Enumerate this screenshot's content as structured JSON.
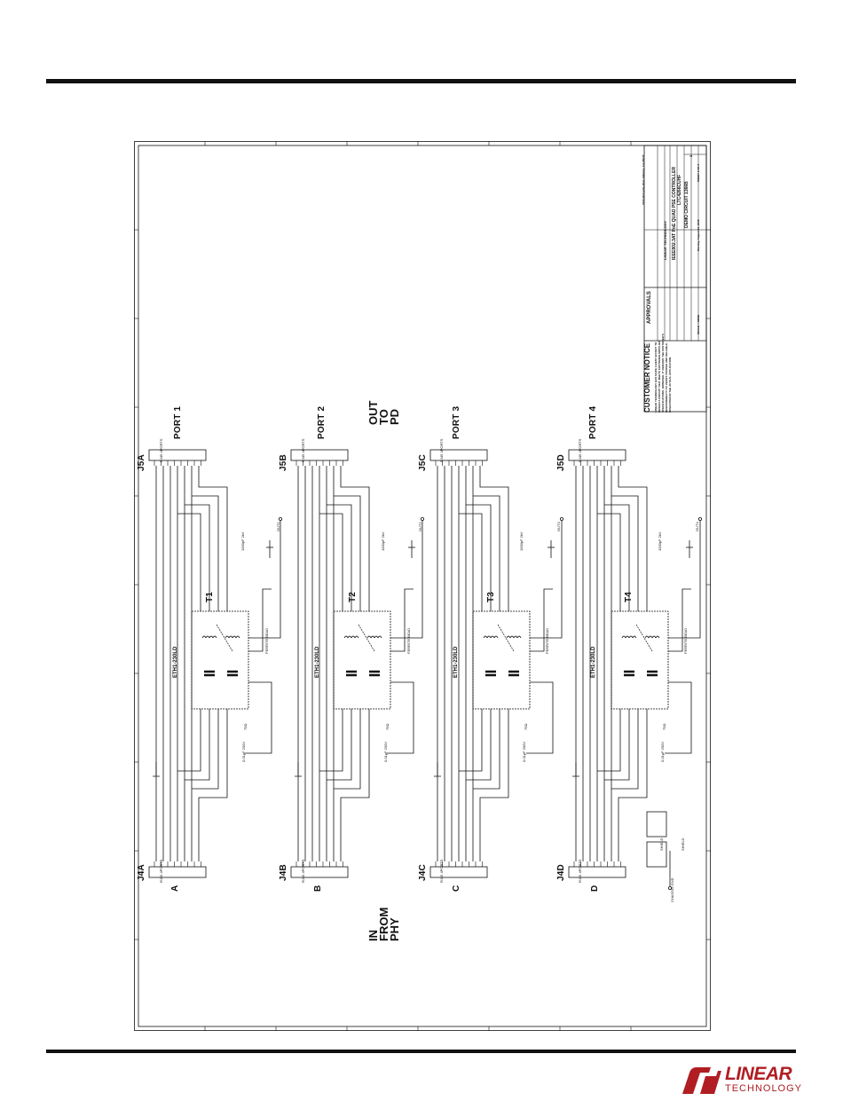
{
  "schematic": {
    "ports": [
      {
        "header_top": "J5A",
        "header_bottom": "J4A",
        "port_label": "PORT 1",
        "letter": "A",
        "transformer": "T1",
        "part": "ETH1-230LD",
        "out": "OUT1"
      },
      {
        "header_top": "J5B",
        "header_bottom": "J4B",
        "port_label": "PORT 2",
        "letter": "B",
        "transformer": "T2",
        "part": "ETH1-230LD",
        "out": "OUT2"
      },
      {
        "header_top": "J5C",
        "header_bottom": "J4C",
        "port_label": "PORT 3",
        "letter": "C",
        "transformer": "T3",
        "part": "ETH1-230LD",
        "out": "OUT3"
      },
      {
        "header_top": "J5D",
        "header_bottom": "J4D",
        "port_label": "PORT 4",
        "letter": "D",
        "transformer": "T4",
        "part": "ETH1-230LD",
        "out": "OUT4"
      }
    ],
    "jack_label": "RJ45 4PORTS",
    "out_label": [
      "OUT",
      "TO",
      "PD"
    ],
    "in_label": [
      "IN",
      "FROM",
      "PHY"
    ],
    "chassis_label": "CHASSIS GND",
    "misc_labels": [
      "1000pF 2kV",
      "0.01μF 200V",
      "75Ω",
      "FERRITE BEAD",
      "SHIELD"
    ]
  },
  "title_block": {
    "customer_notice": "CUSTOMER NOTICE",
    "notice_body": "LINEAR TECHNOLOGY HAS MADE A BEST EFFORT TO DESIGN A CIRCUIT THAT MEETS CUSTOMER-SUPPLIED SPECIFICATIONS; HOWEVER, IT REMAINS THE CUSTOMER'S RESPONSIBILITY TO VERIFY PROPER AND RELIABLE OPERATION IN THE ACTUAL APPLICATION.",
    "approvals": "APPROVALS",
    "company": "LINEAR TECHNOLOGY",
    "address": "1630 McCarthy Blvd. Milpitas, CA 95035",
    "title": "IEEE802.3AT PoE QUAD PSE CONTROLLER",
    "part_number": "LTC4266CUHF",
    "demo": "DEMO CIRCUIT 1366B",
    "sheet": "SHEET 2 OF 3",
    "rev": "2",
    "scale": "SCALE = NONE",
    "date": "Monday, August 10, 2009"
  },
  "footer": {
    "logo_top": "LINEAR",
    "logo_bottom": "TECHNOLOGY",
    "logo_color": "#b01e23"
  }
}
